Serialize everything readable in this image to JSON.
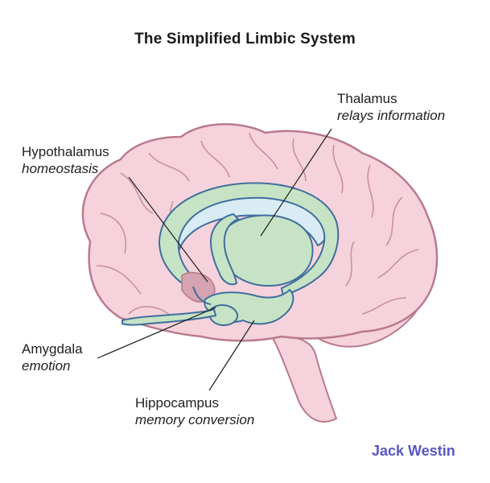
{
  "title": "The Simplified Limbic System",
  "labels": {
    "thalamus": {
      "name": "Thalamus",
      "desc": "relays information"
    },
    "hypothalamus": {
      "name": "Hypothalamus",
      "desc": "homeostasis"
    },
    "amygdala": {
      "name": "Amygdala",
      "desc": "emotion"
    },
    "hippocampus": {
      "name": "Hippocampus",
      "desc": "memory conversion"
    }
  },
  "brand": "Jack Westin",
  "colors": {
    "brain_fill": "#f6d3dc",
    "brain_outline": "#b97a8c",
    "limbic_fill": "#c7e3c5",
    "limbic_outline": "#3f6f9e",
    "ventricle_fill": "#d9ecf5",
    "brand": "#5757c4"
  }
}
